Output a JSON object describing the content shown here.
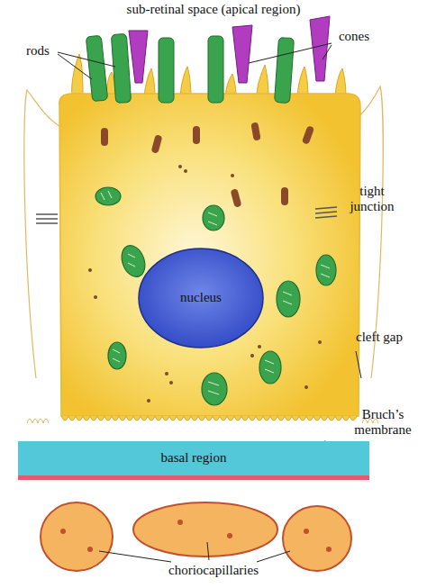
{
  "diagram": {
    "nodes": [
      {
        "text": [
          "nucleus"
        ]
      },
      {
        "text": [
          "basal region"
        ]
      }
    ],
    "labels": [
      "sub-retinal space (apical region)",
      "rods",
      "cones",
      "tight junction",
      "cleft gap",
      "Bruch’s membrane",
      "choriocapillaries"
    ]
  }
}
